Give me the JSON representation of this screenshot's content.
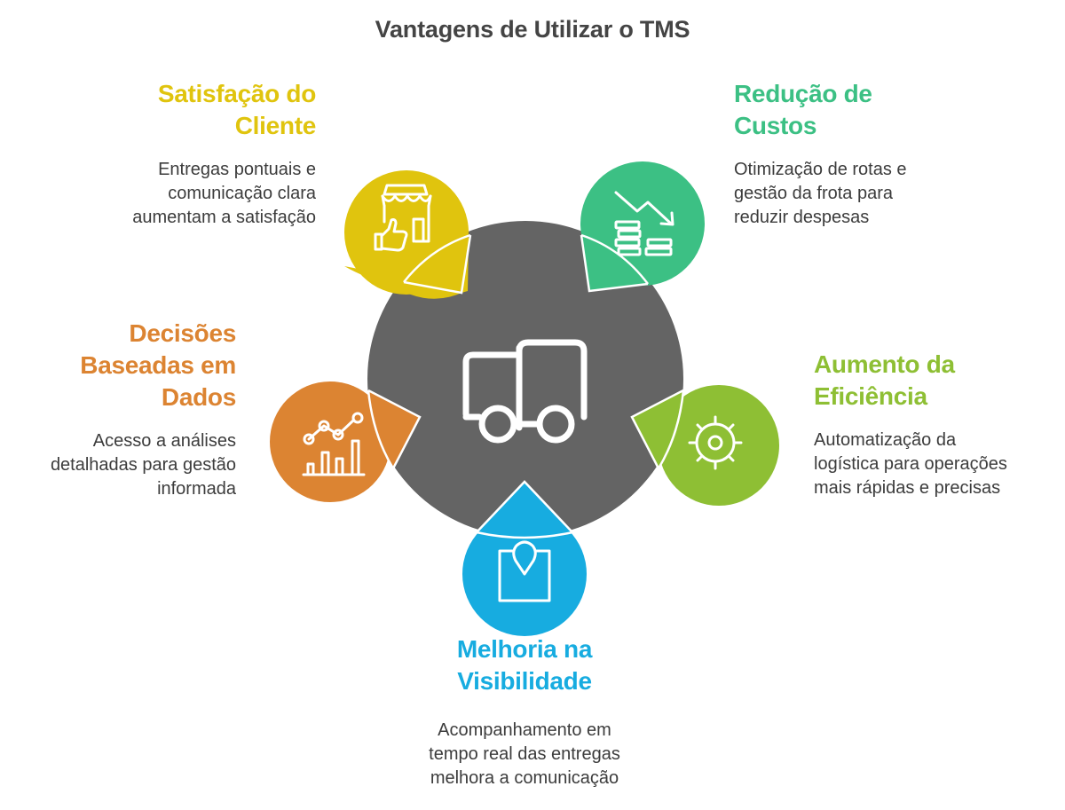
{
  "title": "Vantagens de Utilizar o TMS",
  "colors": {
    "center": "#646464",
    "satisfacao": "#E0C40E",
    "custos": "#3CC084",
    "decisoes": "#DC8432",
    "eficiencia": "#8EBF34",
    "visibilidade": "#17ACE0",
    "text": "#3c3c3c",
    "title": "#444444"
  },
  "center": {
    "icon": "truck-icon"
  },
  "items": [
    {
      "id": "satisfacao",
      "title_lines": [
        "Satisfação do",
        "Cliente"
      ],
      "desc_lines": [
        "Entregas pontuais e",
        "comunicação clara",
        "aumentam a satisfação"
      ],
      "icon": "storefront-thumbs-up-icon"
    },
    {
      "id": "custos",
      "title_lines": [
        "Redução de",
        "Custos"
      ],
      "desc_lines": [
        "Otimização de rotas e",
        "gestão da frota para",
        "reduzir despesas"
      ],
      "icon": "cost-down-coins-icon"
    },
    {
      "id": "decisoes",
      "title_lines": [
        "Decisões",
        "Baseadas em",
        "Dados"
      ],
      "desc_lines": [
        "Acesso a análises",
        "detalhadas para gestão",
        "informada"
      ],
      "icon": "analytics-chart-icon"
    },
    {
      "id": "eficiencia",
      "title_lines": [
        "Aumento da",
        "Eficiência"
      ],
      "desc_lines": [
        "Automatização da",
        "logística para operações",
        "mais rápidas e precisas"
      ],
      "icon": "gear-sun-icon"
    },
    {
      "id": "visibilidade",
      "title_lines": [
        "Melhoria na",
        "Visibilidade"
      ],
      "desc_lines": [
        "Acompanhamento em",
        "tempo real das entregas",
        "melhora a comunicação"
      ],
      "icon": "location-pin-tracking-icon"
    }
  ]
}
